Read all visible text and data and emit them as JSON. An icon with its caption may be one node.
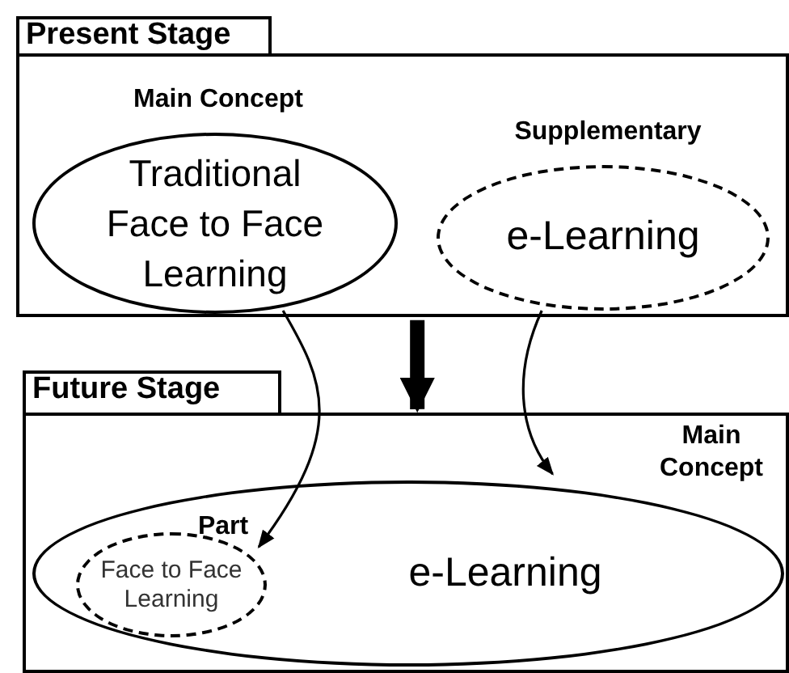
{
  "diagram": {
    "nodes": [
      {
        "text": [
          "Present Stage"
        ]
      },
      {
        "text": [
          "Traditional Face to Face Learning"
        ],
        "in": 0,
        "beside": [
          "**Main** Concept"
        ]
      },
      {
        "text": [
          "e-Learning"
        ],
        "in": 0,
        "beside": [
          "Supplementary"
        ]
      },
      {
        "text": [
          "Future Stage"
        ]
      },
      {
        "text": [
          "e-Learning"
        ],
        "in": 3,
        "beside": [
          "Main Concept"
        ]
      },
      {
        "text": [
          "Face to Face Learning"
        ],
        "in": 4,
        "beside": [
          "Part"
        ]
      }
    ],
    "edges": [
      {
        "from": 1,
        "to": 5,
        "arrow": "to"
      },
      {
        "from": 2,
        "to": 4,
        "arrow": "to"
      },
      {
        "from": 0,
        "to": 3,
        "arrow": "to",
        "style": "thick"
      }
    ]
  }
}
